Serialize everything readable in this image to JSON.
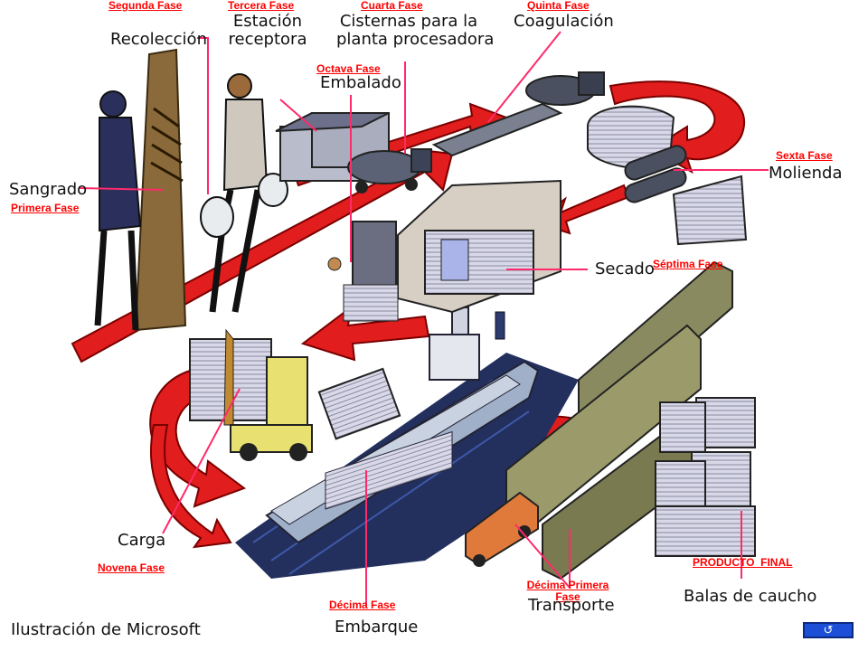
{
  "credit": "Ilustración de Microsoft",
  "return_button": {
    "icon": "return-arrow-icon",
    "symbol": "↺"
  },
  "phases": {
    "primera": "Primera Fase",
    "segunda": "Segunda Fase",
    "tercera": "Tercera Fase",
    "cuarta": "Cuarta Fase",
    "quinta": "Quinta Fase",
    "sexta": "Sexta Fase",
    "septima": "Séptima Fase",
    "octava": "Octava Fase",
    "novena": "Novena Fase",
    "decima": "Décima Fase",
    "decima_primera_1": "Décima Primera",
    "decima_primera_2": "Fase",
    "producto_final": "PRODUCTO  FINAL"
  },
  "steps": {
    "recoleccion": "Recolección",
    "estacion_1": "Estación",
    "estacion_2": "receptora",
    "cisternas_1": "Cisternas para la",
    "cisternas_2": "planta procesadora",
    "coagulacion": "Coagulación",
    "embalado": "Embalado",
    "sangrado": "Sangrado",
    "molienda": "Molienda",
    "secado": "Secado",
    "carga": "Carga",
    "transporte": "Transporte",
    "balas": "Balas de caucho",
    "embarque": "Embarque"
  }
}
